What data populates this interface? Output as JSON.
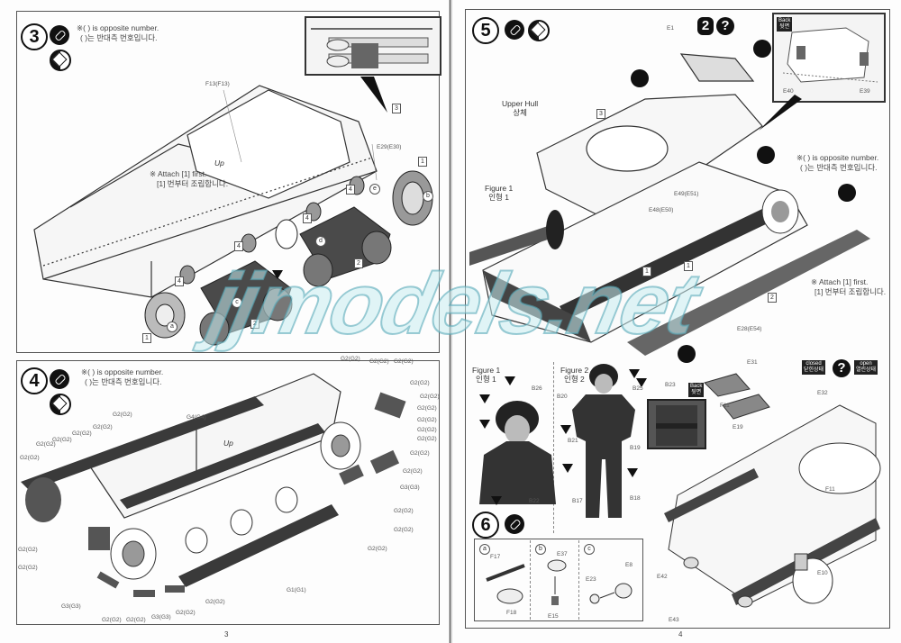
{
  "watermark": "jjmodels.net",
  "colors": {
    "ink": "#111111",
    "paper": "#fdfdfd",
    "watermark": "#c8ecf0"
  },
  "left_page": {
    "page_number": "3",
    "step3": {
      "number": "3",
      "icons": [
        "glue-icon",
        "both-sides-icon"
      ],
      "note_en": "※( ) is opposite number.",
      "note_ko": "( )는 반대측 번호입니다.",
      "attach_en": "※ Attach [1] first.",
      "attach_ko": "[1] 번부터 조립합니다.",
      "labels": {
        "f13": "F13(F13)",
        "up": "Up",
        "e29": "E29(E30)",
        "box3": "3",
        "box1": "1",
        "box2a": "2",
        "box2b": "2",
        "box4a": "4",
        "box4b": "4",
        "box4c": "4",
        "box4d": "4",
        "circ_a": "a",
        "circ_b": "b",
        "circ_c": "c",
        "circ_d": "d",
        "circ_e": "e"
      }
    },
    "step4": {
      "number": "4",
      "icons": [
        "glue-icon",
        "both-sides-icon"
      ],
      "note_en": "※( ) is opposite number.",
      "note_ko": "( )는 반대측 번호입니다.",
      "labels": {
        "g4": "G4(G4)",
        "g1": "G1(G1)",
        "g2": "G2(G2)",
        "g3": "G3(G3)",
        "up": "Up"
      }
    }
  },
  "right_page": {
    "page_number": "4",
    "step5": {
      "number": "5",
      "icons": [
        "glue-icon",
        "both-sides-icon"
      ],
      "badge_2": "2",
      "question": "?",
      "upper_hull_en": "Upper Hull",
      "upper_hull_ko": "상체",
      "figure1_en": "Figure 1",
      "figure1_ko": "인형 1",
      "note_en": "※( ) is opposite number.",
      "note_ko": "( )는 반대측 번호입니다.",
      "attach_en": "※ Attach [1] first.",
      "attach_ko": "[1] 번부터 조립합니다.",
      "back_en": "Back",
      "back_ko": "뒷면",
      "labels": {
        "e1": "E1",
        "e40": "E40",
        "e39": "E39",
        "e48": "E48(E50)",
        "e49": "E49(E51)",
        "e28": "E28(E54)",
        "box3": "3",
        "box1a": "1",
        "box1b": "1",
        "box2": "2"
      }
    },
    "figures": {
      "figure1": {
        "title_en": "Figure 1",
        "title_ko": "인형 1",
        "parts": [
          "B26",
          "B22"
        ]
      },
      "figure2": {
        "title_en": "Figure 2",
        "title_ko": "인형 2",
        "parts": [
          "B20",
          "B21",
          "B25",
          "B23",
          "B19",
          "B17",
          "B18"
        ]
      },
      "back_en": "Back",
      "back_ko": "뒷면"
    },
    "step6": {
      "number": "6",
      "icons": [
        "glue-icon"
      ],
      "sub_a": {
        "label": "a",
        "parts": [
          "F17",
          "F18"
        ]
      },
      "sub_b": {
        "label": "b",
        "parts": [
          "E37",
          "E15"
        ]
      },
      "sub_c": {
        "label": "c",
        "parts": [
          "E23",
          "E8"
        ]
      },
      "hatches": {
        "closed_en": "closed",
        "closed_ko": "닫힌상태",
        "open_en": "open",
        "open_ko": "열린상태",
        "question": "?",
        "parts": [
          "E31",
          "E32",
          "F11",
          "E19",
          "F11",
          "E10",
          "E42",
          "E43"
        ]
      }
    }
  }
}
